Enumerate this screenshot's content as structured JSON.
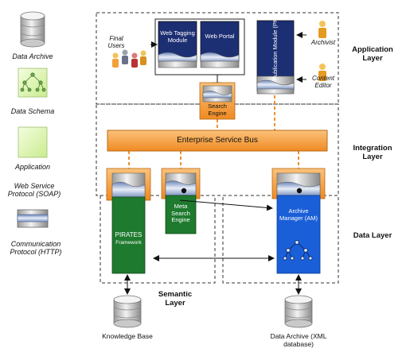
{
  "legend": {
    "data_archive": "Data Archive",
    "data_schema": "Data Schema",
    "application": "Application",
    "web_service_protocol": "Web Service Protocol (SOAP)",
    "communication_protocol": "Communication Protocol (HTTP)"
  },
  "layers": {
    "application": "Application Layer",
    "integration": "Integration Layer",
    "data": "Data Layer",
    "semantic": "Semantic Layer"
  },
  "actors": {
    "final_users": "Final Users",
    "archivist": "Archivist",
    "content_editor": "Content Editor"
  },
  "components": {
    "web_tagging_module": "Web Tagging Module",
    "web_portal": "Web Portal",
    "publication_module": "Publication Module (PM)",
    "search_engine": "Search Engine",
    "enterprise_service_bus": "Enterprise Service Bus",
    "pirates": "PIRATES",
    "pirates_sub": "Framework",
    "meta_search_engine": "Meta Search Engine",
    "archive_manager": "Archive Manager (AM)"
  },
  "stores": {
    "knowledge_base": "Knowledge Base",
    "data_archive_xml": "Data Archive (XML database)"
  },
  "colors": {
    "green": "#1e7a2e",
    "navy": "#1d2f73",
    "blue": "#1a5fd8",
    "orange": "#f5a03c",
    "lightgreen": "#e4f7b8"
  }
}
